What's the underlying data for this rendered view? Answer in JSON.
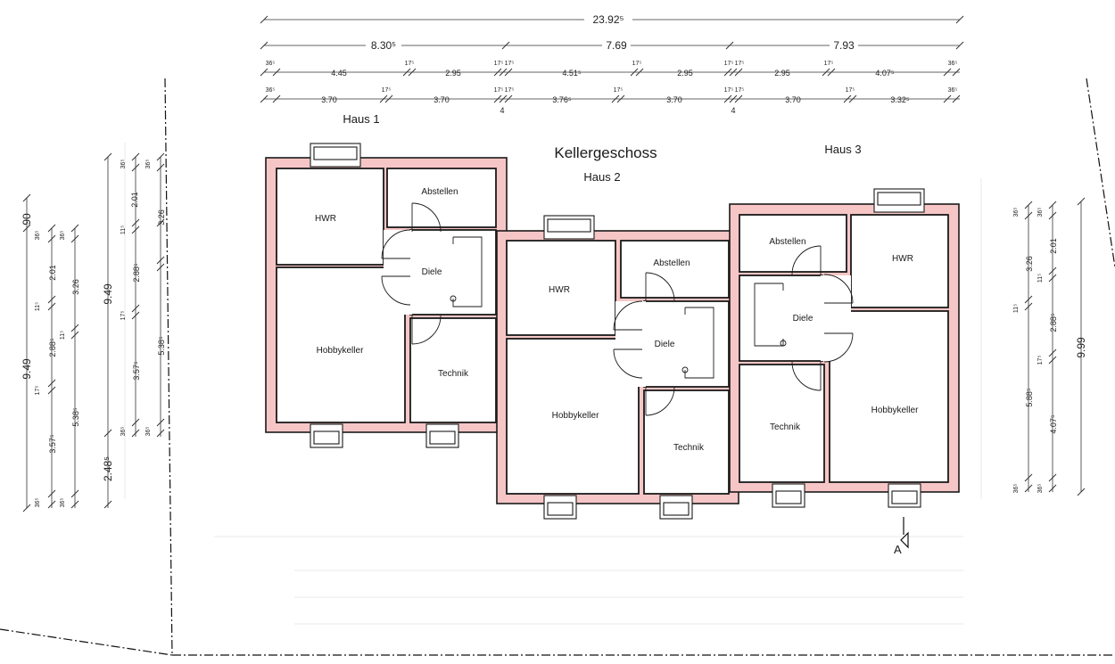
{
  "title": "Kellergeschoss",
  "houses": {
    "haus1": "Haus 1",
    "haus2": "Haus 2",
    "haus3": "Haus 3"
  },
  "rooms": {
    "h1": {
      "hwr": "HWR",
      "abstellen": "Abstellen",
      "diele": "Diele",
      "hobbykeller": "Hobbykeller",
      "technik": "Technik"
    },
    "h2": {
      "hwr": "HWR",
      "abstellen": "Abstellen",
      "diele": "Diele",
      "hobbykeller": "Hobbykeller",
      "technik": "Technik"
    },
    "h3": {
      "hwr": "HWR",
      "abstellen": "Abstellen",
      "diele": "Diele",
      "hobbykeller": "Hobbykeller",
      "technik": "Technik"
    }
  },
  "dims_top": {
    "total": "23.92⁵",
    "row1": [
      "8.30⁵",
      "7.69",
      "7.93"
    ],
    "row2": [
      "36⁵",
      "4.45",
      "17⁵",
      "2.95",
      "17⁵",
      "17⁵",
      "4.51⁵",
      "17⁵",
      "2.95",
      "17⁵",
      "17⁵",
      "2.95",
      "17⁵",
      "4.07⁵",
      "36⁵"
    ],
    "row3": [
      "36⁵",
      "3.70",
      "17⁵",
      "3.70",
      "17⁵",
      "17⁵",
      "3.76⁵",
      "17⁵",
      "3.70",
      "17⁵",
      "17⁵",
      "3.70",
      "17⁵",
      "3.32⁵",
      "36⁵"
    ],
    "row3_extra": [
      "4",
      "4"
    ]
  },
  "dims_left": {
    "outer": [
      "90",
      "9.49"
    ],
    "col2": [
      "36⁵",
      "2.01",
      "11⁵",
      "2.88⁵",
      "17⁵",
      "3.57⁵",
      "36⁵"
    ],
    "col3": [
      "36⁵",
      "3.26",
      "11⁵",
      "5.38⁵",
      "36⁵"
    ],
    "col4": [
      "9.49",
      "2.48⁵"
    ],
    "col5": [
      "36⁵",
      "11⁵",
      "2.88⁵",
      "17⁵",
      "3.57⁵",
      "36⁵"
    ],
    "col6": [
      "36⁵",
      "2.01",
      "3.26",
      "5.38⁵",
      "36⁵"
    ]
  },
  "dims_right": {
    "col1": [
      "36⁵",
      "3.26",
      "11⁵",
      "5.88⁵",
      "36⁵"
    ],
    "col2": [
      "36⁵",
      "2.01",
      "11⁵",
      "2.88⁵",
      "17⁵",
      "4.07⁵",
      "36⁵"
    ],
    "outer": "9.99"
  },
  "section_marker": "A"
}
